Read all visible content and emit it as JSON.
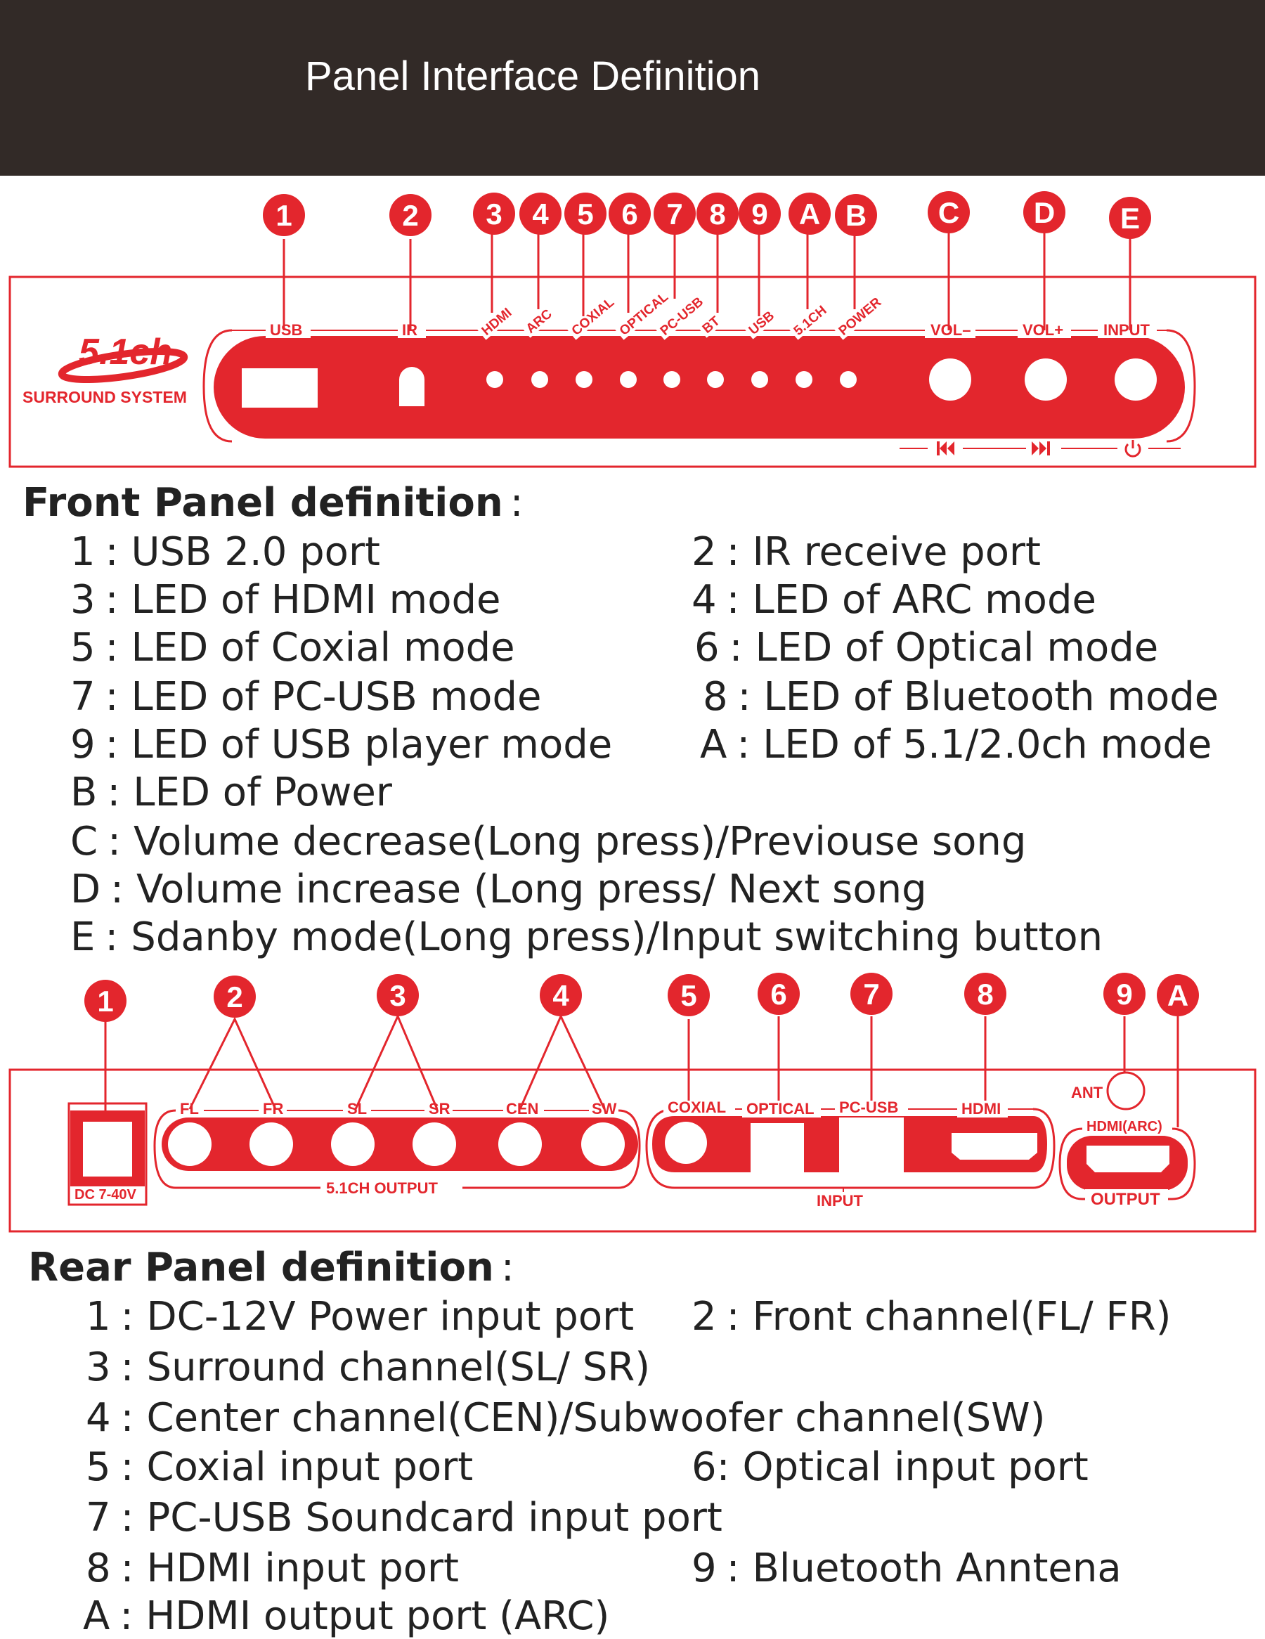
{
  "banner": {
    "title": "Panel Interface Definition"
  },
  "front_diagram": {
    "logo_number": "5.1ch",
    "logo_text": "SURROUND SYSTEM",
    "callouts": [
      "1",
      "2",
      "3",
      "4",
      "5",
      "6",
      "7",
      "8",
      "9",
      "A",
      "B",
      "C",
      "D",
      "E"
    ],
    "labels": [
      "USB",
      "IR",
      "HDMI",
      "ARC",
      "COXIAL",
      "OPTICAL",
      "PC-USB",
      "BT",
      "USB",
      "5.1CH",
      "POWER",
      "VOL–",
      "VOL+",
      "INPUT"
    ],
    "icons": [
      "previous-track-icon",
      "next-track-icon",
      "power-icon"
    ],
    "accent_color": "#e3262d"
  },
  "front_definition": {
    "heading": "Front Panel definition",
    "colon": ":",
    "items": [
      {
        "key": "1",
        "text": "USB 2.0 port"
      },
      {
        "key": "2",
        "text": "IR receive port"
      },
      {
        "key": "3",
        "text": "LED of HDMI mode"
      },
      {
        "key": "4",
        "text": "LED of ARC mode"
      },
      {
        "key": "5",
        "text": "LED of Coxial mode"
      },
      {
        "key": "6",
        "text": "LED of Optical mode"
      },
      {
        "key": "7",
        "text": "LED of PC-USB mode"
      },
      {
        "key": "8",
        "text": "LED of Bluetooth mode"
      },
      {
        "key": "9",
        "text": "LED of USB player mode"
      },
      {
        "key": "A",
        "text": "LED of 5.1/2.0ch mode"
      },
      {
        "key": "B",
        "text": "LED of Power"
      },
      {
        "key": "C",
        "text": "Volume decrease(Long press)/Previouse song"
      },
      {
        "key": "D",
        "text": "Volume increase (Long press/ Next song"
      },
      {
        "key": "E",
        "text": "Sdanby mode(Long press)/Input switching button"
      }
    ]
  },
  "rear_diagram": {
    "callouts": [
      "1",
      "2",
      "3",
      "4",
      "5",
      "6",
      "7",
      "8",
      "9",
      "A"
    ],
    "power_label": "DC 7-40V",
    "channel_labels": [
      "FL",
      "FR",
      "SL",
      "SR",
      "CEN",
      "SW"
    ],
    "output_group_label": "5.1CH OUTPUT",
    "input_labels": [
      "COXIAL",
      "OPTICAL",
      "PC-USB",
      "HDMI"
    ],
    "input_group_label": "INPUT",
    "antenna_label": "ANT",
    "hdmi_arc_label": "HDMI(ARC)",
    "output_label": "OUTPUT"
  },
  "rear_definition": {
    "heading": "Rear Panel definition",
    "colon": ":",
    "items": [
      {
        "key": "1",
        "text": "DC-12V Power input port"
      },
      {
        "key": "2",
        "text": "Front channel(FL/ FR)"
      },
      {
        "key": "3",
        "text": "Surround channel(SL/ SR)"
      },
      {
        "key": "4",
        "text": "Center channel(CEN)/Subwoofer channel(SW)"
      },
      {
        "key": "5",
        "text": "Coxial input port"
      },
      {
        "key": "6",
        "text": "Optical input port"
      },
      {
        "key": "7",
        "text": "PC-USB Soundcard input port"
      },
      {
        "key": "8",
        "text": "HDMI input port"
      },
      {
        "key": "9",
        "text": "Bluetooth Anntena"
      },
      {
        "key": "A",
        "text": "HDMI output port (ARC)"
      }
    ]
  }
}
